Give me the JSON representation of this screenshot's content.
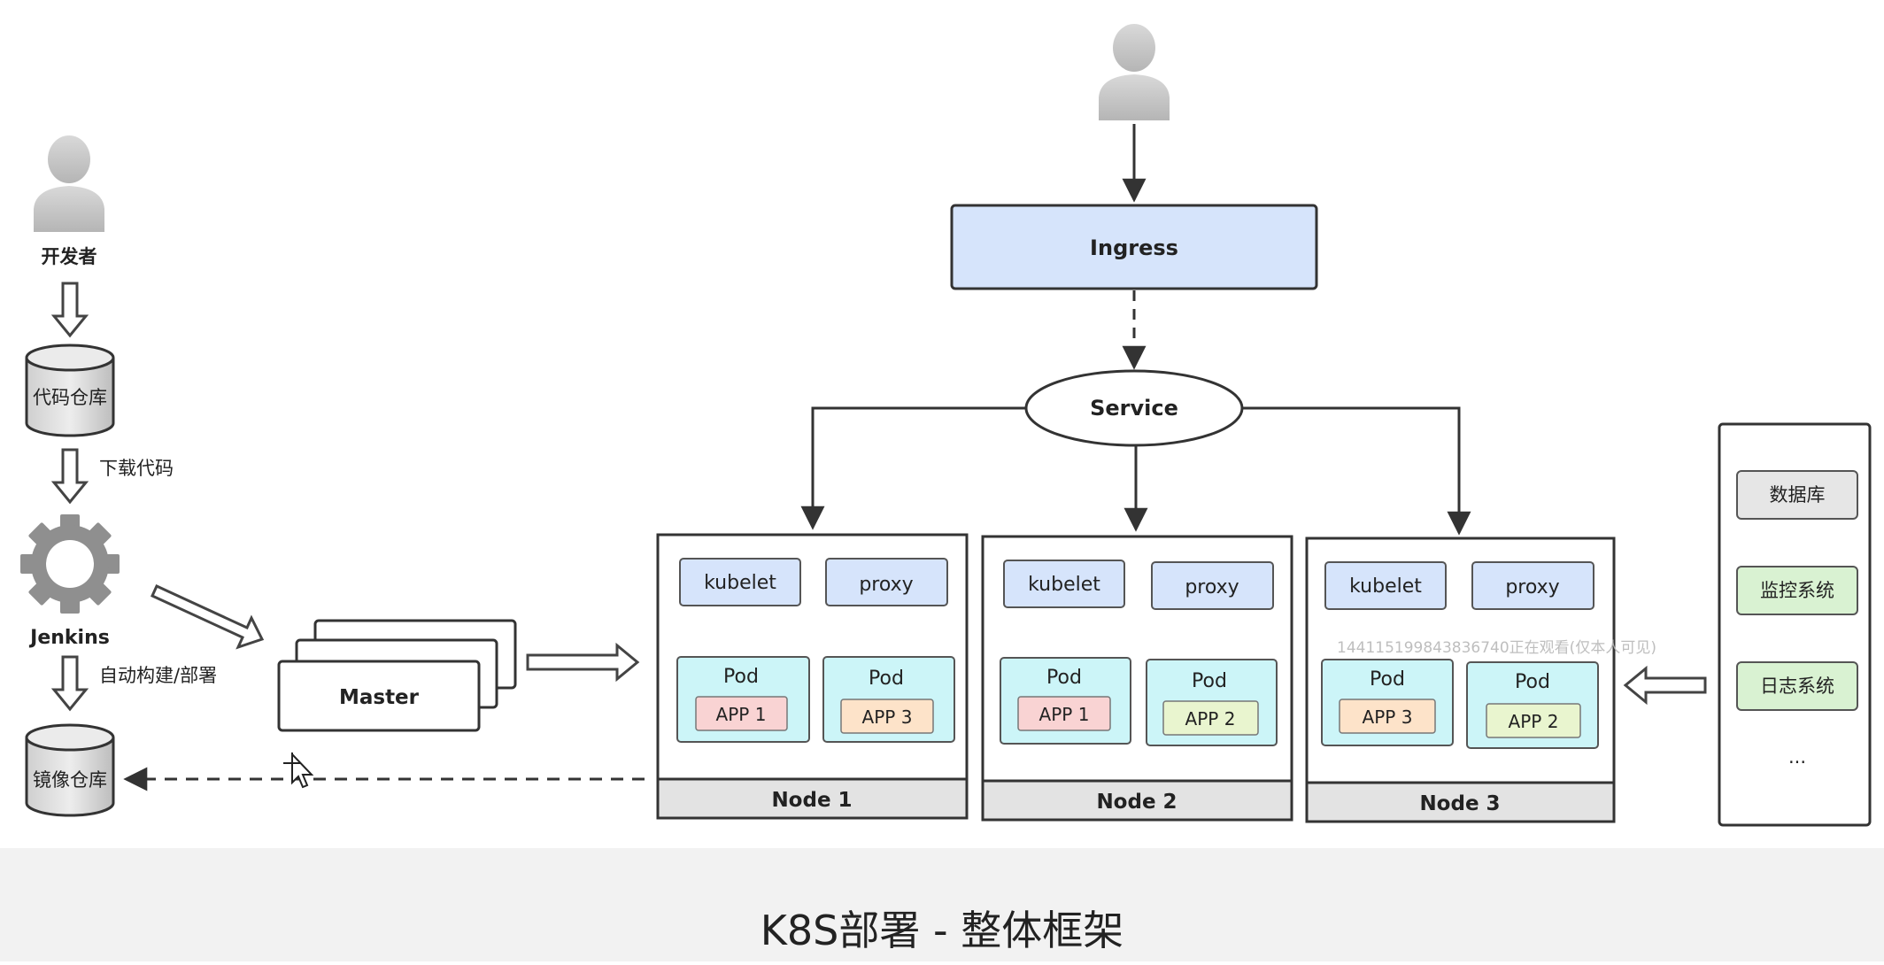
{
  "left_pipeline": {
    "developer_label": "开发者",
    "code_repo_label": "代码仓库",
    "download_label": "下载代码",
    "jenkins_label": "Jenkins",
    "build_deploy_label": "自动构建/部署",
    "image_repo_label": "镜像仓库"
  },
  "master": {
    "label": "Master"
  },
  "top": {
    "ingress_label": "Ingress",
    "service_label": "Service"
  },
  "nodes": [
    {
      "label": "Node 1",
      "kubelet": "kubelet",
      "proxy": "proxy",
      "pods": [
        {
          "label": "Pod",
          "app": "APP 1"
        },
        {
          "label": "Pod",
          "app": "APP 3"
        }
      ]
    },
    {
      "label": "Node 2",
      "kubelet": "kubelet",
      "proxy": "proxy",
      "pods": [
        {
          "label": "Pod",
          "app": "APP 1"
        },
        {
          "label": "Pod",
          "app": "APP 2"
        }
      ]
    },
    {
      "label": "Node 3",
      "kubelet": "kubelet",
      "proxy": "proxy",
      "pods": [
        {
          "label": "Pod",
          "app": "APP 3"
        },
        {
          "label": "Pod",
          "app": "APP 2"
        }
      ]
    }
  ],
  "watermark": "144115199843836740正在观看(仅本人可见)",
  "side_panel": {
    "items": [
      "数据库",
      "监控系统",
      "日志系统",
      "..."
    ]
  },
  "caption": "K8S部署 - 整体框架",
  "colors": {
    "ingress_fill": "#d6e4fb",
    "component_fill": "#d6e4fb",
    "pod_fill": "#ccf5f8",
    "app1_fill": "#f9d3d3",
    "app3_fill": "#fde3c9",
    "app2_fill": "#e9f5cf",
    "monitor_fill": "#d9f2d2",
    "database_fill": "#e6e6e6",
    "node_footer_fill": "#e3e3e3"
  }
}
